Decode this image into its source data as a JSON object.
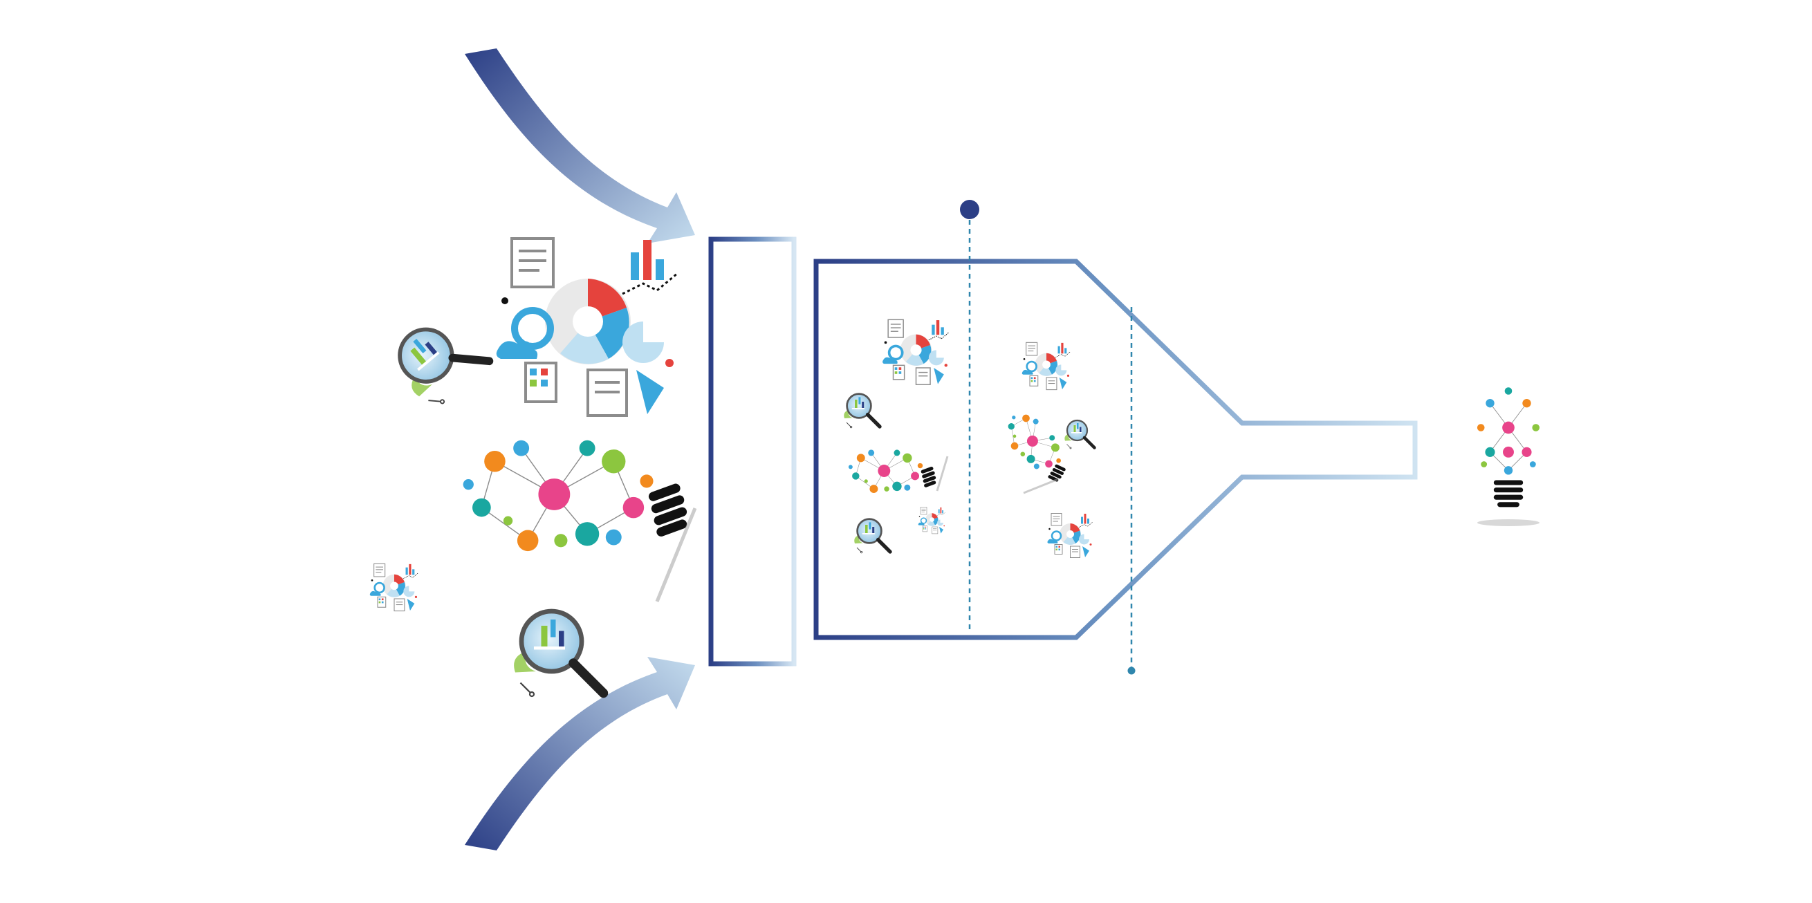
{
  "colors": {
    "dark_blue": "#2c3f86",
    "light_blue": "#bcd6ea",
    "dot_blue": "#2c3f86",
    "teal_line": "#2f86ad",
    "pink": "#e8448a",
    "orange": "#f28a1e",
    "green": "#8cc63f",
    "teal": "#1aa7a0",
    "sky": "#3aa7dc",
    "red": "#e5433d",
    "grey": "#8c8c8c",
    "black": "#111111"
  },
  "icons": [
    "curved-arrow-icon",
    "infographic-cloud-icon",
    "magnifier-icon",
    "network-lightbulb-icon",
    "lightbulb-icon",
    "timeline-dot-icon"
  ],
  "stages": [
    "input-collection",
    "filter-frame",
    "processing-funnel",
    "output-idea"
  ]
}
